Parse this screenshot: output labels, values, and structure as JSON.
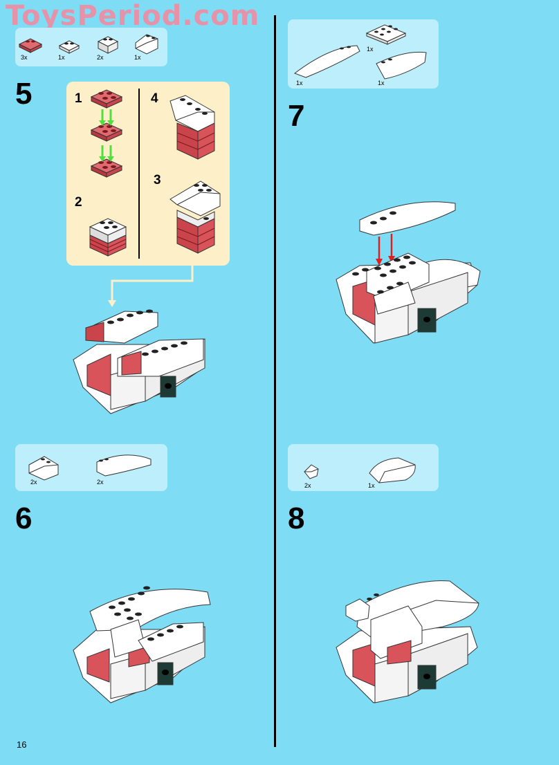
{
  "watermark": "ToysPeriod.com",
  "page_number": "16",
  "colors": {
    "background": "#7fdcf5",
    "parts_box": "#bdeefb",
    "substep_box": "#fdf0c8",
    "brick_red": "#d9535b",
    "arrow_green": "#4fe040",
    "arrow_red": "#e02020"
  },
  "steps": [
    {
      "number": "5",
      "parts": [
        "3x",
        "1x",
        "2x",
        "1x"
      ],
      "substeps": [
        "1",
        "2",
        "3",
        "4"
      ]
    },
    {
      "number": "6",
      "parts": [
        "2x",
        "2x"
      ]
    },
    {
      "number": "7",
      "parts": [
        "1x",
        "1x",
        "1x"
      ]
    },
    {
      "number": "8",
      "parts": [
        "2x",
        "1x"
      ]
    }
  ]
}
